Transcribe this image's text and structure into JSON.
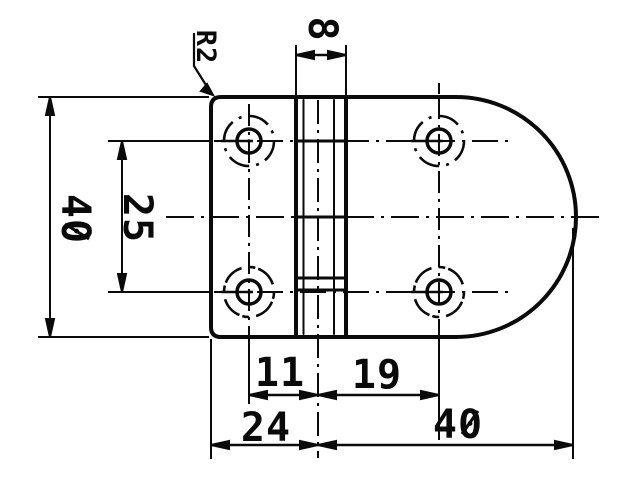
{
  "drawing": {
    "labels": {
      "corner_radius": "R2",
      "pin_width": "8",
      "plate_height": "40",
      "hole_spacing": "25",
      "pin_to_left_hole": "11",
      "pin_to_right_hole": "19",
      "left_edge_to_pin": "24",
      "pin_to_right_edge": "40"
    },
    "colors": {
      "ink": "#0a0a0a",
      "paper": "#ffffff"
    }
  }
}
